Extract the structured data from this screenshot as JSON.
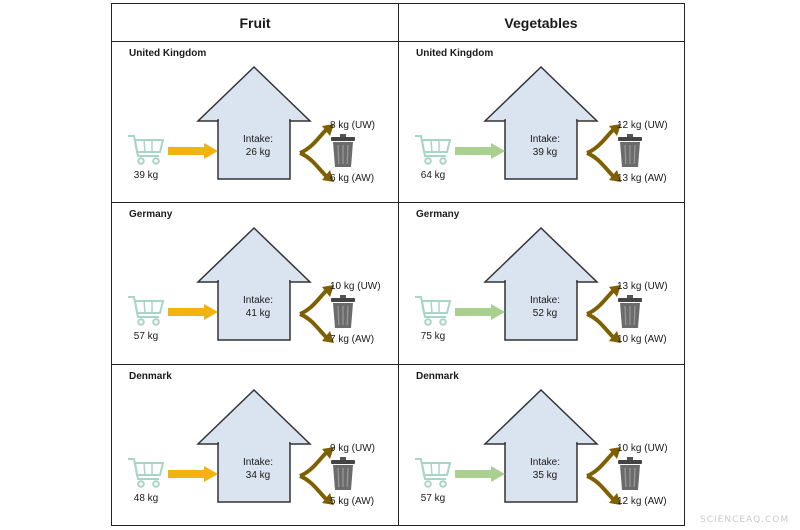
{
  "columns": [
    "Fruit",
    "Vegetables"
  ],
  "colors": {
    "fruit_arrow": "#f2b20f",
    "veg_arrow": "#a9d08e",
    "house_fill": "#dae4f0",
    "outline": "#333333",
    "waste_arrow": "#7f6000",
    "cart": "#a8d5c8"
  },
  "icons": [
    "shopping-cart-icon",
    "house-icon",
    "trash-bin-icon",
    "arrow-right-icon",
    "split-arrow-icon"
  ],
  "cells": [
    {
      "country": "United Kingdom",
      "kind": "fruit",
      "bought": "39 kg",
      "intake_label": "Intake:",
      "intake": "26 kg",
      "uw": "8 kg (UW)",
      "aw": "6 kg (AW)"
    },
    {
      "country": "United Kingdom",
      "kind": "veg",
      "bought": "64 kg",
      "intake_label": "Intake:",
      "intake": "39 kg",
      "uw": "12 kg (UW)",
      "aw": "13 kg (AW)"
    },
    {
      "country": "Germany",
      "kind": "fruit",
      "bought": "57 kg",
      "intake_label": "Intake:",
      "intake": "41 kg",
      "uw": "10 kg (UW)",
      "aw": "7 kg (AW)"
    },
    {
      "country": "Germany",
      "kind": "veg",
      "bought": "75 kg",
      "intake_label": "Intake:",
      "intake": "52 kg",
      "uw": "13 kg (UW)",
      "aw": "10 kg (AW)"
    },
    {
      "country": "Denmark",
      "kind": "fruit",
      "bought": "48 kg",
      "intake_label": "Intake:",
      "intake": "34 kg",
      "uw": "9 kg (UW)",
      "aw": "5 kg (AW)"
    },
    {
      "country": "Denmark",
      "kind": "veg",
      "bought": "57 kg",
      "intake_label": "Intake:",
      "intake": "35 kg",
      "uw": "10 kg (UW)",
      "aw": "12 kg (AW)"
    }
  ],
  "watermark": "SCIENCEAQ.COM"
}
